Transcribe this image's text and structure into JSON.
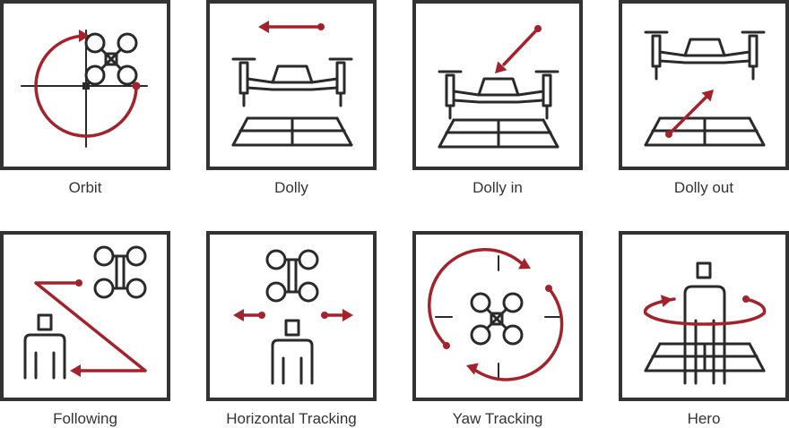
{
  "colors": {
    "accent": "#a3222b",
    "ink": "#333333"
  },
  "tiles": [
    {
      "label": "Orbit"
    },
    {
      "label": "Dolly"
    },
    {
      "label": "Dolly in"
    },
    {
      "label": "Dolly out"
    },
    {
      "label": "Following"
    },
    {
      "label": "Horizontal Tracking"
    },
    {
      "label": "Yaw Tracking"
    },
    {
      "label": "Hero"
    }
  ]
}
